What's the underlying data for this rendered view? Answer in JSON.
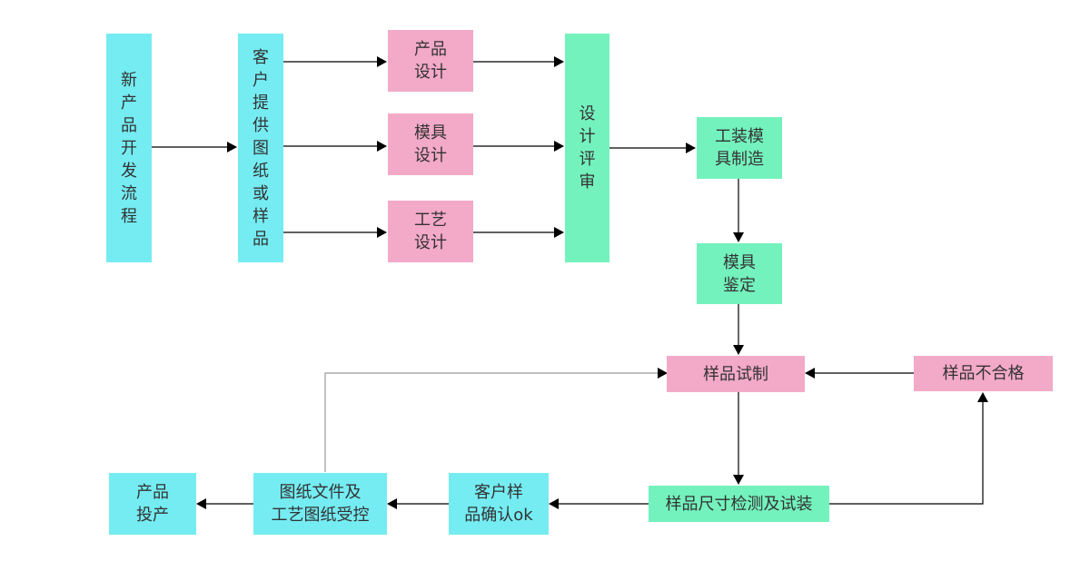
{
  "colors": {
    "cyan": "#74ecf2",
    "pink": "#f3a9c8",
    "green": "#74f2bd",
    "text": "#333333",
    "line": "#000000",
    "feedback_line": "#9a9a9a"
  },
  "nodes": {
    "new_product": "新产品开发流程",
    "customer_drawing": "客户提供图纸或样品",
    "product_design": "产品\n设计",
    "mold_design": "模具\n设计",
    "process_design": "工艺\n设计",
    "design_review": "设计评审",
    "tooling_manufacture": "工装模\n具制造",
    "mold_appraisal": "模具\n鉴定",
    "sample_trial": "样品试制",
    "sample_rejected": "样品不合格",
    "sample_inspection": "样品尺寸检测及试装",
    "customer_confirm": "客户样\n品确认ok",
    "drawing_control": "图纸文件及\n工艺图纸受控",
    "mass_production": "产品\n投产"
  }
}
